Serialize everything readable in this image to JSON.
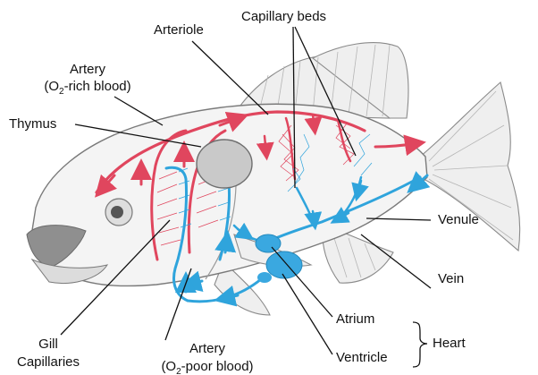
{
  "labels": {
    "artery_rich_line1": "Artery",
    "artery_rich_line2_pre": "(O",
    "artery_rich_sub": "2",
    "artery_rich_line2_post": "-rich blood)",
    "thymus": "Thymus",
    "arteriole": "Arteriole",
    "capillary_beds": "Capillary beds",
    "venule": "Venule",
    "vein": "Vein",
    "atrium": "Atrium",
    "ventricle": "Ventricle",
    "heart": "Heart",
    "gill_line1": "Gill",
    "gill_line2": "Capillaries",
    "artery_poor_line1": "Artery",
    "artery_poor_line2_pre": "(O",
    "artery_poor_sub": "2",
    "artery_poor_line2_post": "-poor blood)"
  },
  "colors": {
    "oxygen_rich": "#e0465e",
    "oxygen_poor": "#2fa4dc",
    "thymus_fill": "#c9c9c9",
    "fish_body": "#f4f4f4"
  }
}
